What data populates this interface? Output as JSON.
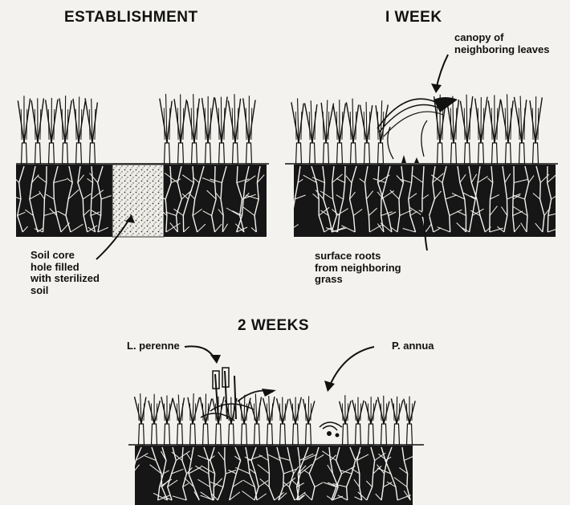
{
  "panels": {
    "establishment": {
      "title": "ESTABLISHMENT",
      "label": "Soil core\nhole filled\nwith sterilized\nsoil"
    },
    "one_week": {
      "title": "I WEEK",
      "canopy_label": "canopy of\nneighboring leaves",
      "roots_label": "surface roots\nfrom neighboring\ngrass"
    },
    "two_weeks": {
      "title": "2 WEEKS",
      "species_left": "L. perenne",
      "species_right": "P. annua"
    }
  },
  "colors": {
    "ink": "#111111",
    "soil": "#161616",
    "paper": "#f3f2ee",
    "sterile_soil": "#efede7"
  }
}
